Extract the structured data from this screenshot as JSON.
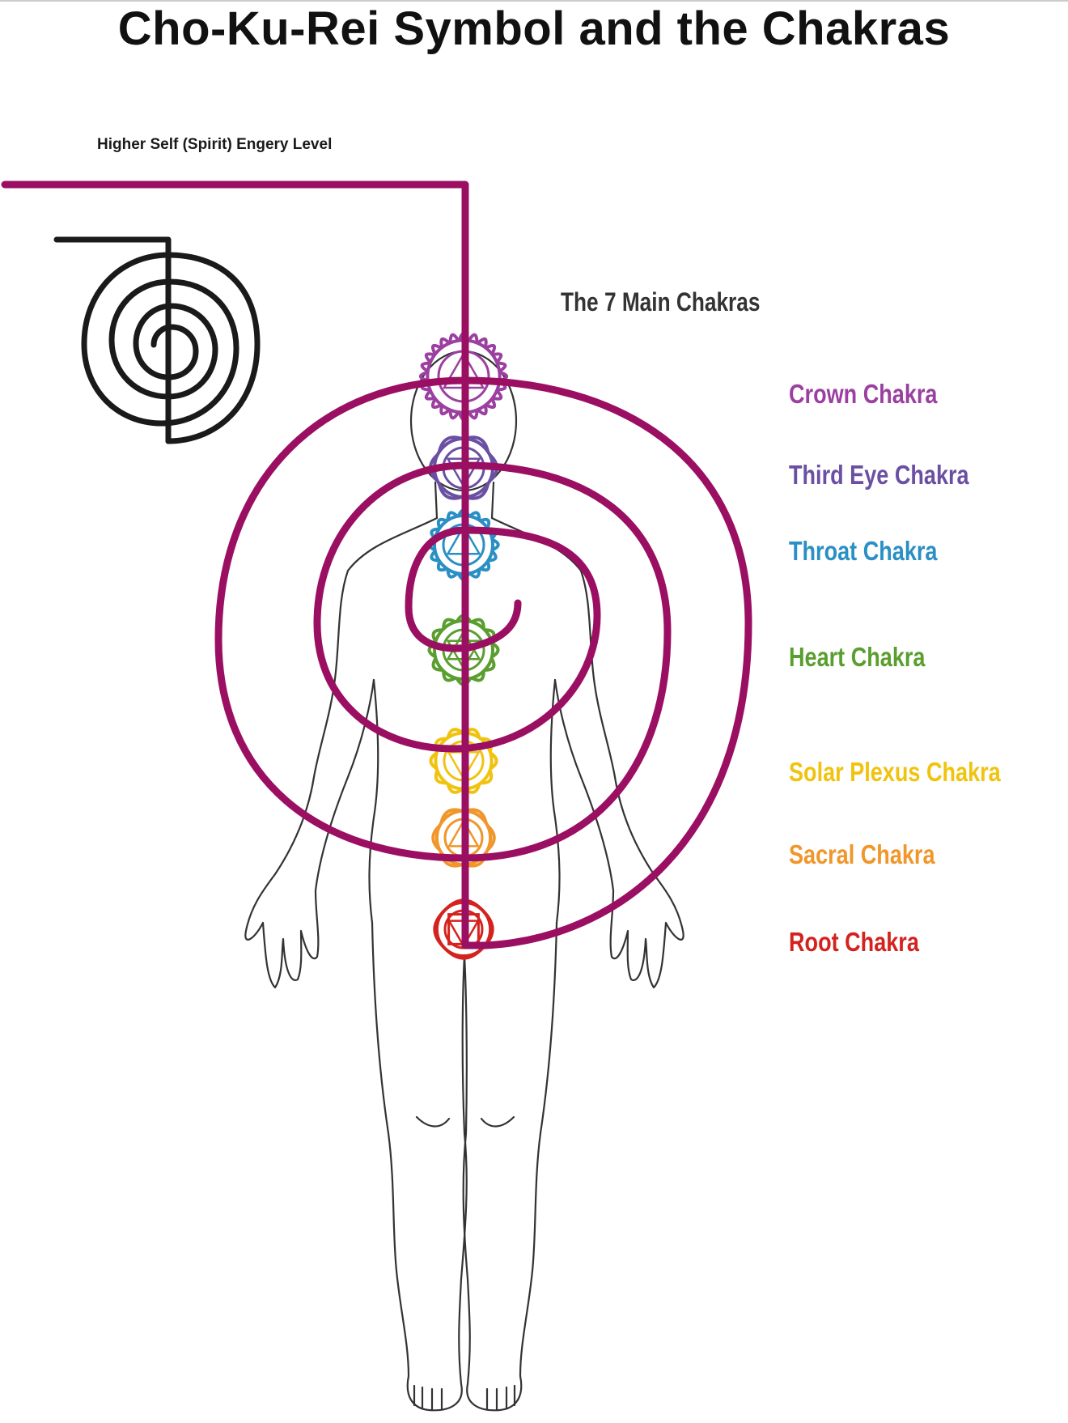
{
  "title": "Cho-Ku-Rei Symbol and the Chakras",
  "higher_self_label": "Higher Self (Spirit) Engery Level",
  "chakras_heading": "The 7 Main Chakras",
  "colors": {
    "spiral": "#9b0f63",
    "symbol": "#1a1a1a",
    "body_outline": "#333333"
  },
  "chakras": [
    {
      "label": "Crown Chakra",
      "color": "#9b3fa0",
      "symbol": "thousand-petal-lotus"
    },
    {
      "label": "Third Eye Chakra",
      "color": "#6a4fa3",
      "symbol": "two-petal-lotus"
    },
    {
      "label": "Throat Chakra",
      "color": "#2a8fc4",
      "symbol": "sixteen-petal-lotus"
    },
    {
      "label": "Heart Chakra",
      "color": "#5a9e2f",
      "symbol": "twelve-petal-lotus"
    },
    {
      "label": "Solar Plexus Chakra",
      "color": "#f0c30f",
      "symbol": "ten-petal-lotus"
    },
    {
      "label": "Sacral Chakra",
      "color": "#f0962a",
      "symbol": "six-petal-lotus"
    },
    {
      "label": "Root Chakra",
      "color": "#d4231f",
      "symbol": "four-petal-lotus"
    }
  ]
}
